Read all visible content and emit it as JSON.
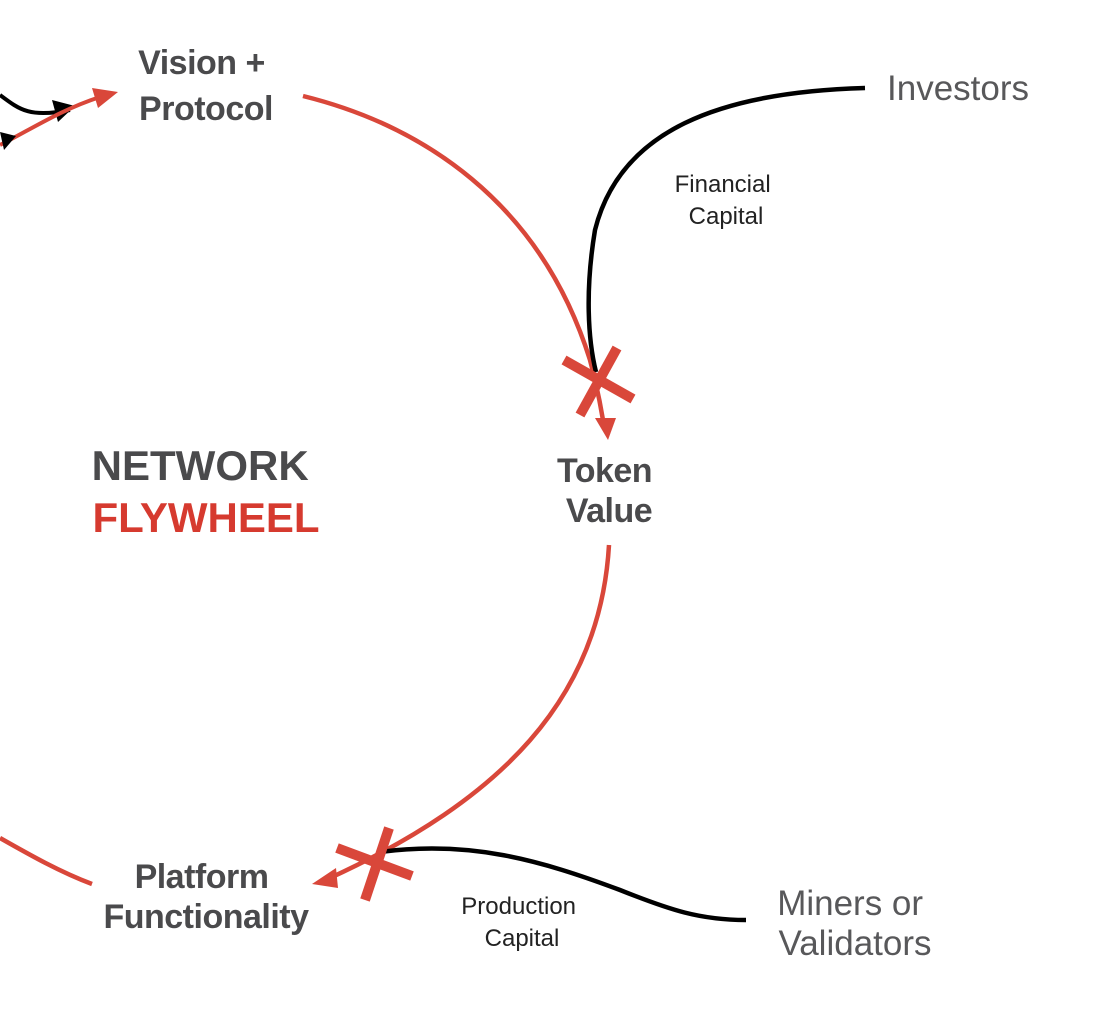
{
  "colors": {
    "accent": "#d9473a",
    "node_text": "#4a4a4c",
    "black_line": "#000000",
    "title_dark": "#4a4a4c",
    "title_red": "#d63a2f"
  },
  "title": {
    "line1": "NETWORK",
    "line2": "FLYWHEEL"
  },
  "nodes": {
    "vision": {
      "line1": "Vision +",
      "line2": "Protocol"
    },
    "token": {
      "line1": "Token",
      "line2": "Value"
    },
    "platform": {
      "line1": "Platform",
      "line2": "Functionality"
    }
  },
  "external": {
    "investors": {
      "label": "Investors"
    },
    "miners": {
      "line1": "Miners or",
      "line2": "Validators"
    }
  },
  "flows": {
    "financial": {
      "line1": "Financial",
      "line2": "Capital"
    },
    "production": {
      "line1": "Production",
      "line2": "Capital"
    }
  },
  "markers": {
    "cross_token": "x-mark",
    "cross_platform": "x-mark"
  }
}
